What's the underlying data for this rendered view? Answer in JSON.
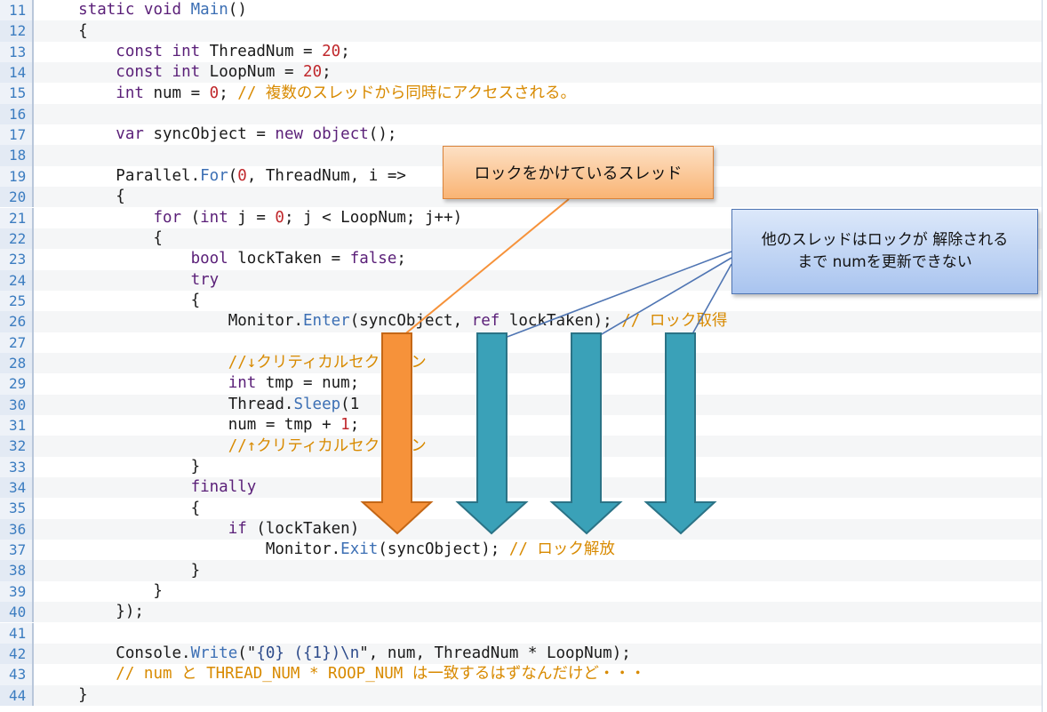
{
  "editor": {
    "lines": [
      {
        "n": "11",
        "tokens": [
          [
            "plain",
            "    "
          ],
          [
            "kw",
            "static"
          ],
          [
            "plain",
            " "
          ],
          [
            "kw",
            "void"
          ],
          [
            "plain",
            " "
          ],
          [
            "mth",
            "Main"
          ],
          [
            "plain",
            "()"
          ]
        ]
      },
      {
        "n": "12",
        "tokens": [
          [
            "plain",
            "    {"
          ]
        ]
      },
      {
        "n": "13",
        "tokens": [
          [
            "plain",
            "        "
          ],
          [
            "kw",
            "const"
          ],
          [
            "plain",
            " "
          ],
          [
            "typ",
            "int"
          ],
          [
            "plain",
            " ThreadNum = "
          ],
          [
            "num",
            "20"
          ],
          [
            "plain",
            ";"
          ]
        ]
      },
      {
        "n": "14",
        "tokens": [
          [
            "plain",
            "        "
          ],
          [
            "kw",
            "const"
          ],
          [
            "plain",
            " "
          ],
          [
            "typ",
            "int"
          ],
          [
            "plain",
            " LoopNum = "
          ],
          [
            "num",
            "20"
          ],
          [
            "plain",
            ";"
          ]
        ]
      },
      {
        "n": "15",
        "tokens": [
          [
            "plain",
            "        "
          ],
          [
            "typ",
            "int"
          ],
          [
            "plain",
            " num = "
          ],
          [
            "num",
            "0"
          ],
          [
            "plain",
            "; "
          ],
          [
            "cm",
            "// 複数のスレッドから同時にアクセスされる。"
          ]
        ]
      },
      {
        "n": "16",
        "tokens": []
      },
      {
        "n": "17",
        "tokens": [
          [
            "plain",
            "        "
          ],
          [
            "kw",
            "var"
          ],
          [
            "plain",
            " syncObject = "
          ],
          [
            "kw",
            "new"
          ],
          [
            "plain",
            " "
          ],
          [
            "typ",
            "object"
          ],
          [
            "plain",
            "();"
          ]
        ]
      },
      {
        "n": "18",
        "tokens": []
      },
      {
        "n": "19",
        "tokens": [
          [
            "plain",
            "        Parallel."
          ],
          [
            "mth",
            "For"
          ],
          [
            "plain",
            "("
          ],
          [
            "num",
            "0"
          ],
          [
            "plain",
            ", ThreadNum, i =>"
          ]
        ]
      },
      {
        "n": "20",
        "tokens": [
          [
            "plain",
            "        {"
          ]
        ]
      },
      {
        "n": "21",
        "tokens": [
          [
            "plain",
            "            "
          ],
          [
            "kw",
            "for"
          ],
          [
            "plain",
            " ("
          ],
          [
            "typ",
            "int"
          ],
          [
            "plain",
            " j = "
          ],
          [
            "num",
            "0"
          ],
          [
            "plain",
            "; j < LoopNum; j++)"
          ]
        ]
      },
      {
        "n": "22",
        "tokens": [
          [
            "plain",
            "            {"
          ]
        ]
      },
      {
        "n": "23",
        "tokens": [
          [
            "plain",
            "                "
          ],
          [
            "typ",
            "bool"
          ],
          [
            "plain",
            " lockTaken = "
          ],
          [
            "kw",
            "false"
          ],
          [
            "plain",
            ";"
          ]
        ]
      },
      {
        "n": "24",
        "tokens": [
          [
            "plain",
            "                "
          ],
          [
            "kw",
            "try"
          ]
        ]
      },
      {
        "n": "25",
        "tokens": [
          [
            "plain",
            "                {"
          ]
        ]
      },
      {
        "n": "26",
        "tokens": [
          [
            "plain",
            "                    Monitor."
          ],
          [
            "mth",
            "Enter"
          ],
          [
            "plain",
            "(syncObject, "
          ],
          [
            "kw",
            "ref"
          ],
          [
            "plain",
            " lockTaken); "
          ],
          [
            "cm",
            "// ロック取得"
          ]
        ]
      },
      {
        "n": "27",
        "tokens": []
      },
      {
        "n": "28",
        "tokens": [
          [
            "plain",
            "                    "
          ],
          [
            "cm",
            "//↓クリティカルセクション"
          ]
        ]
      },
      {
        "n": "29",
        "tokens": [
          [
            "plain",
            "                    "
          ],
          [
            "typ",
            "int"
          ],
          [
            "plain",
            " tmp = num;"
          ]
        ]
      },
      {
        "n": "30",
        "tokens": [
          [
            "plain",
            "                    Thread."
          ],
          [
            "mth",
            "Sleep"
          ],
          [
            "plain",
            "(1"
          ]
        ]
      },
      {
        "n": "31",
        "tokens": [
          [
            "plain",
            "                    num = tmp + "
          ],
          [
            "num",
            "1"
          ],
          [
            "plain",
            ";"
          ]
        ]
      },
      {
        "n": "32",
        "tokens": [
          [
            "plain",
            "                    "
          ],
          [
            "cm",
            "//↑クリティカルセクション"
          ]
        ]
      },
      {
        "n": "33",
        "tokens": [
          [
            "plain",
            "                }"
          ]
        ]
      },
      {
        "n": "34",
        "tokens": [
          [
            "plain",
            "                "
          ],
          [
            "kw",
            "finally"
          ]
        ]
      },
      {
        "n": "35",
        "tokens": [
          [
            "plain",
            "                {"
          ]
        ]
      },
      {
        "n": "36",
        "tokens": [
          [
            "plain",
            "                    "
          ],
          [
            "kw",
            "if"
          ],
          [
            "plain",
            " (lockTaken)"
          ]
        ]
      },
      {
        "n": "37",
        "tokens": [
          [
            "plain",
            "                        Monitor."
          ],
          [
            "mth",
            "Exit"
          ],
          [
            "plain",
            "(syncObject); "
          ],
          [
            "cm",
            "// ロック解放"
          ]
        ]
      },
      {
        "n": "38",
        "tokens": [
          [
            "plain",
            "                }"
          ]
        ]
      },
      {
        "n": "39",
        "tokens": [
          [
            "plain",
            "            }"
          ]
        ]
      },
      {
        "n": "40",
        "tokens": [
          [
            "plain",
            "        });"
          ]
        ]
      },
      {
        "n": "41",
        "tokens": []
      },
      {
        "n": "42",
        "tokens": [
          [
            "plain",
            "        Console."
          ],
          [
            "mth",
            "Write"
          ],
          [
            "plain",
            "(\""
          ],
          [
            "str",
            "{0} ({1})\\n"
          ],
          [
            "plain",
            "\", num, ThreadNum * LoopNum);"
          ]
        ]
      },
      {
        "n": "43",
        "tokens": [
          [
            "plain",
            "        "
          ],
          [
            "cm",
            "// num と THREAD_NUM * ROOP_NUM は一致するはずなんだけど・・・"
          ]
        ]
      },
      {
        "n": "44",
        "tokens": [
          [
            "plain",
            "    }"
          ]
        ]
      }
    ]
  },
  "callouts": {
    "lock_holder": "ロックをかけているスレッド",
    "others_line1": "他のスレッドはロックが 解除される",
    "others_line2": "まで numを更新できない"
  },
  "colors": {
    "lock_arrow": "#f6923a",
    "wait_arrow": "#3aa1b8"
  }
}
